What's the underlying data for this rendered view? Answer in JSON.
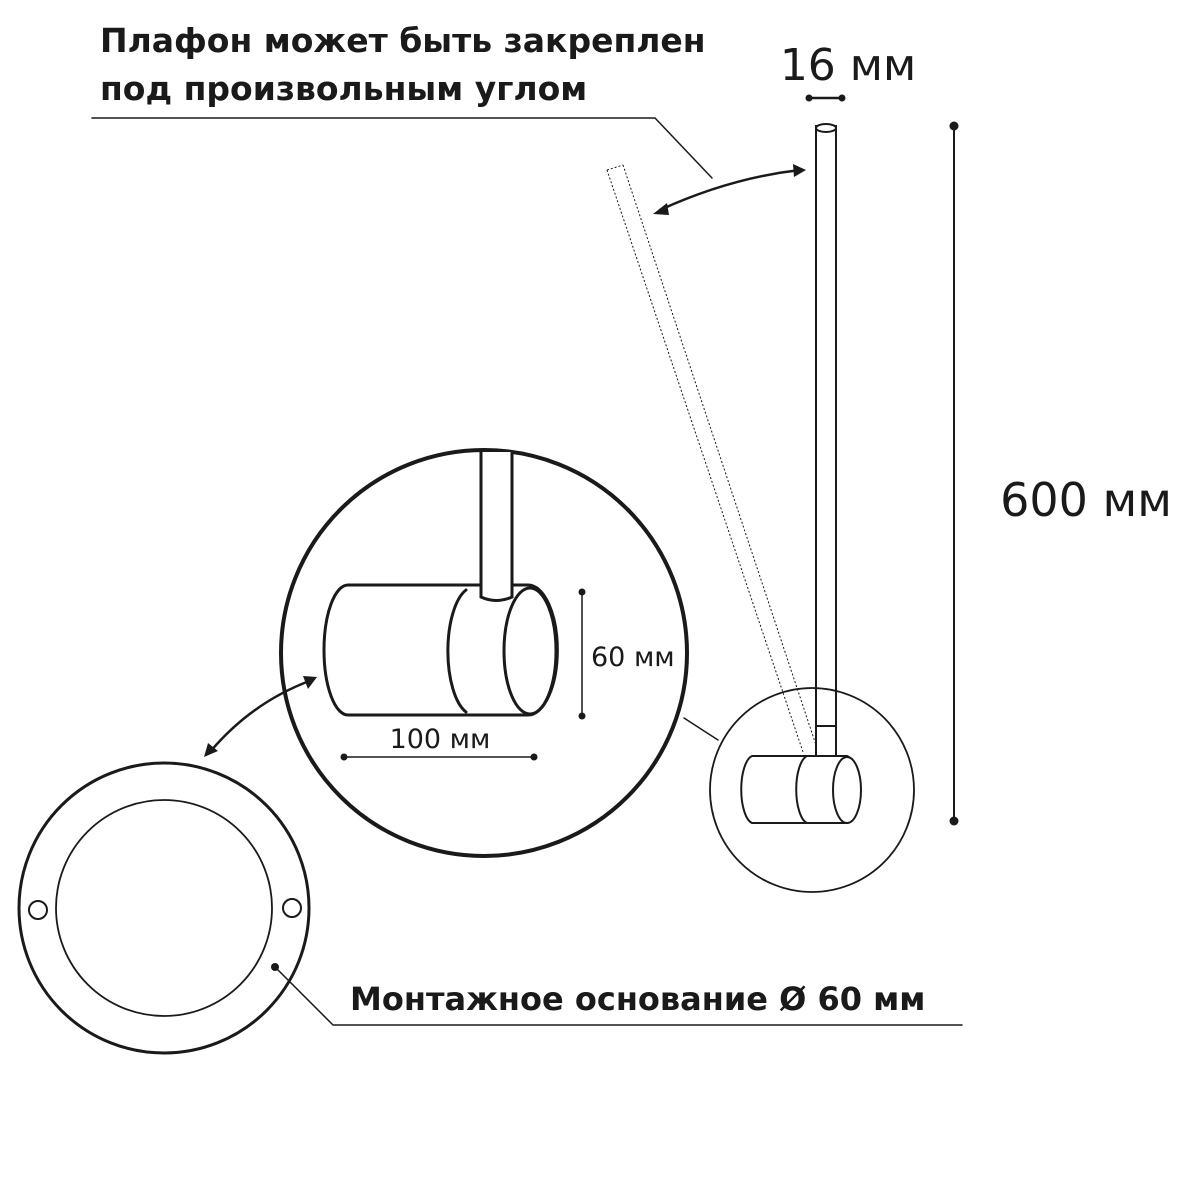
{
  "annotations": {
    "shade_angle_note_line1": "Плафон может быть закреплен",
    "shade_angle_note_line2": "под произвольным углом",
    "mounting_base_note": "Монтажное основание Ø 60 мм"
  },
  "dimensions": {
    "tube_diameter": "16 мм",
    "length": "600 мм",
    "holder_height": "60 мм",
    "holder_length": "100 мм"
  },
  "colors": {
    "line": "#1a1a1a",
    "background": "#ffffff"
  }
}
